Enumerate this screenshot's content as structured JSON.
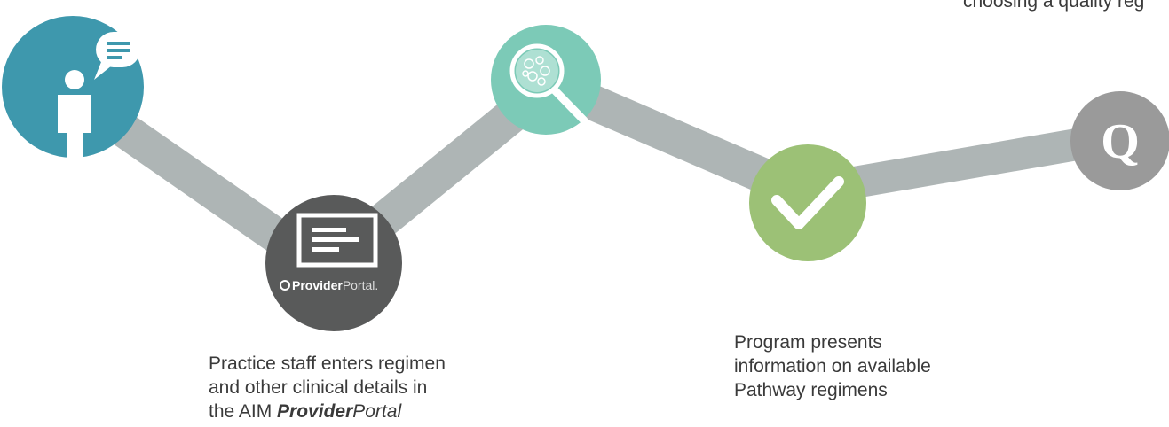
{
  "diagram": {
    "colors": {
      "connector": "#aeb5b5",
      "step1": "#3e98ad",
      "step2": "#595a5a",
      "step3": "#7ccab7",
      "step4": "#9cc176",
      "step5": "#9a9a9a"
    },
    "steps": [
      {
        "icon": "person-speech-icon"
      },
      {
        "icon": "provider-portal-screen-icon",
        "logo_text_bold": "Provider",
        "logo_text_light": "Portal."
      },
      {
        "icon": "magnifier-icon"
      },
      {
        "icon": "checkmark-icon"
      },
      {
        "icon": "q-logo-icon",
        "letter": "Q"
      }
    ]
  },
  "captions": {
    "top_partial": "choosing a quality reg",
    "step2_line1": "Practice staff enters regimen",
    "step2_line2": "and other clinical details in",
    "step2_line3_prefix": "the AIM ",
    "step2_line3_bold": "Provider",
    "step2_line3_italic": "Portal",
    "step4_line1": "Program presents",
    "step4_line2": "information on available",
    "step4_line3": "Pathway regimens"
  }
}
